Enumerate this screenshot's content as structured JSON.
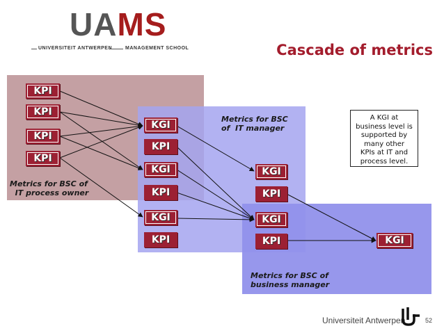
{
  "header": {
    "logo_text_a": "UA",
    "logo_text_b": "MS",
    "logo_sub_left": "UNIVERSITEIT ANTWERPEN",
    "logo_sub_right": "MANAGEMENT SCHOOL",
    "title": "Cascade of metrics"
  },
  "zones": {
    "process_owner_label": "Metrics for BSC of\n  IT process owner",
    "it_manager_label": "Metrics for BSC\nof  IT manager",
    "business_manager_label": "Metrics for BSC of\nbusiness manager"
  },
  "boxes": {
    "owner_kpi_1": "KPI",
    "owner_kpi_2": "KPI",
    "owner_kpi_3": "KPI",
    "owner_kpi_4": "KPI",
    "it_kgi_1": "KGI",
    "it_kpi_1": "KPI",
    "it_kgi_2": "KGI",
    "it_kpi_2": "KPI",
    "it_kgi_3": "KGI",
    "it_kpi_3": "KPI",
    "mid_kgi_1": "KGI",
    "mid_kpi_1": "KPI",
    "mid_kgi_2": "KGI",
    "mid_kpi_2": "KPI",
    "bus_kgi": "KGI"
  },
  "callout": {
    "line1": "A KGI at",
    "line2": "business level is",
    "line3": "supported by",
    "line4": "many other",
    "line5": "KPIs at IT and",
    "line6": "process level."
  },
  "footer": {
    "university": "Universiteit Antwerpen",
    "page_number": "52"
  },
  "colors": {
    "accent": "#a31c2c",
    "box_fill": "#9c2033",
    "zone_owner": "#c4a0a3",
    "zone_it_manager": "#a5a5f0",
    "zone_business": "#9191eb"
  }
}
